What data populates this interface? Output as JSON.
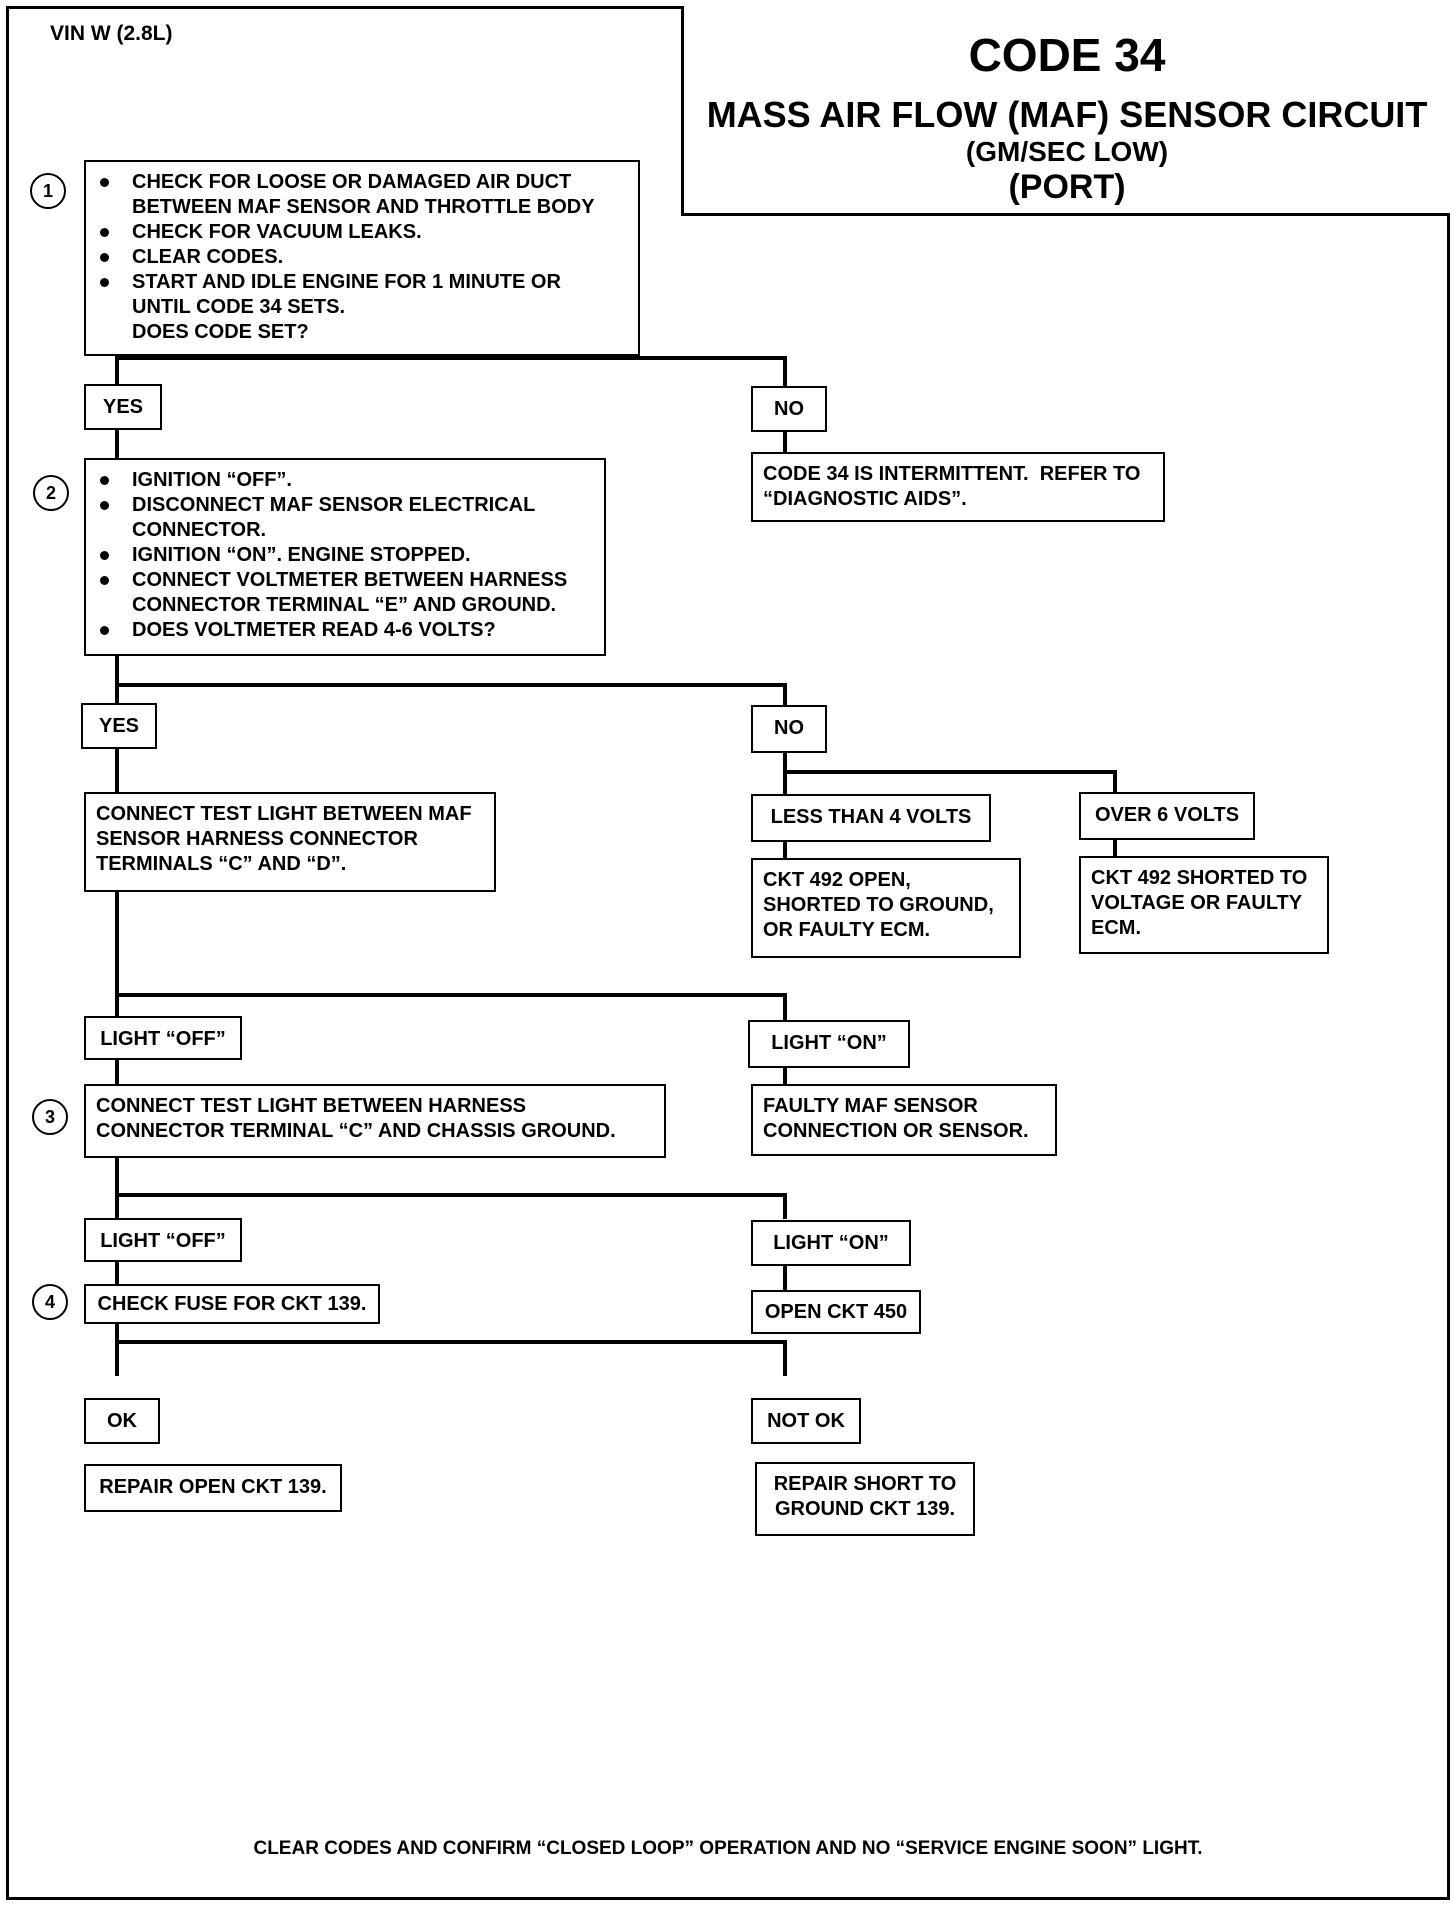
{
  "vin": "VIN W (2.8L)",
  "title": {
    "code": "CODE 34",
    "main": "MASS AIR FLOW (MAF) SENSOR CIRCUIT",
    "sub1": "(GM/SEC LOW)",
    "sub2": "(PORT)"
  },
  "steps": {
    "s1": {
      "number": "1",
      "bullets": [
        "CHECK FOR LOOSE OR DAMAGED AIR DUCT\nBETWEEN MAF SENSOR AND THROTTLE BODY",
        "CHECK FOR VACUUM LEAKS.",
        "CLEAR CODES.",
        "START AND IDLE ENGINE FOR 1 MINUTE OR\nUNTIL CODE 34 SETS.\nDOES CODE SET?"
      ]
    },
    "s2": {
      "number": "2",
      "bullets": [
        "IGNITION “OFF”.",
        "DISCONNECT MAF SENSOR ELECTRICAL\nCONNECTOR.",
        "IGNITION “ON”. ENGINE STOPPED.",
        "CONNECT VOLTMETER BETWEEN HARNESS\nCONNECTOR TERMINAL “E” AND GROUND.",
        "DOES VOLTMETER READ 4-6 VOLTS?"
      ]
    },
    "s3": {
      "number": "3",
      "text": "CONNECT TEST LIGHT BETWEEN HARNESS\nCONNECTOR TERMINAL “C” AND CHASSIS GROUND."
    },
    "s4": {
      "number": "4",
      "text": "CHECK FUSE FOR CKT 139."
    }
  },
  "labels": {
    "yes1": "YES",
    "no1": "NO",
    "yes2": "YES",
    "no2": "NO",
    "less4": "LESS THAN 4 VOLTS",
    "over6": "OVER 6 VOLTS",
    "off1": "LIGHT “OFF”",
    "on1": "LIGHT “ON”",
    "off2": "LIGHT “OFF”",
    "on2": "LIGHT “ON”",
    "ok": "OK",
    "notok": "NOT OK"
  },
  "results": {
    "intermittent": "CODE 34 IS INTERMITTENT.  REFER TO\n“DIAGNOSTIC AIDS”.",
    "test_light_cd": "CONNECT TEST LIGHT BETWEEN MAF\nSENSOR HARNESS CONNECTOR\nTERMINALS “C” AND “D”.",
    "ckt492_open": "CKT 492 OPEN,\nSHORTED TO GROUND,\nOR FAULTY ECM.",
    "ckt492_short": "CKT 492 SHORTED TO\nVOLTAGE OR FAULTY\nECM.",
    "faulty_maf": "FAULTY MAF SENSOR\nCONNECTION OR SENSOR.",
    "open450": "OPEN CKT 450",
    "repair_open139": "REPAIR OPEN CKT 139.",
    "repair_short139": "REPAIR SHORT TO\nGROUND CKT 139."
  },
  "footer": "CLEAR CODES AND CONFIRM “CLOSED LOOP”  OPERATION AND NO “SERVICE ENGINE SOON” LIGHT."
}
